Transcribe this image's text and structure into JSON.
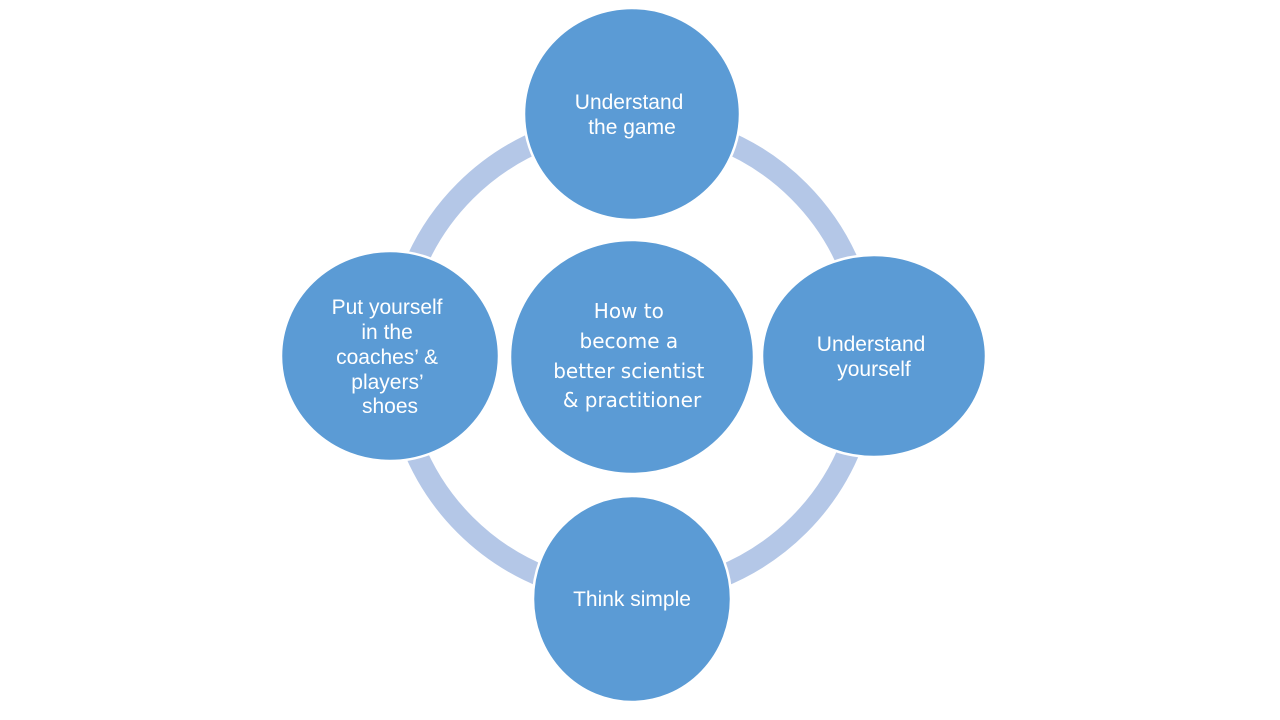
{
  "diagram": {
    "center": {
      "lines": [
        "How to",
        "become a",
        "better scientist",
        "& practitioner"
      ]
    },
    "nodes": {
      "top": {
        "lines": [
          "Understand",
          "the game"
        ]
      },
      "right": {
        "lines": [
          "Understand",
          "yourself"
        ]
      },
      "bottom": {
        "lines": [
          "Think simple"
        ]
      },
      "left": {
        "lines": [
          "Put yourself",
          "in the",
          "coaches’ &",
          "players’",
          "shoes"
        ]
      }
    },
    "colors": {
      "node_fill": "#5b9bd5",
      "ring": "#b4c7e7",
      "text": "#ffffff",
      "background": "#ffffff"
    }
  }
}
